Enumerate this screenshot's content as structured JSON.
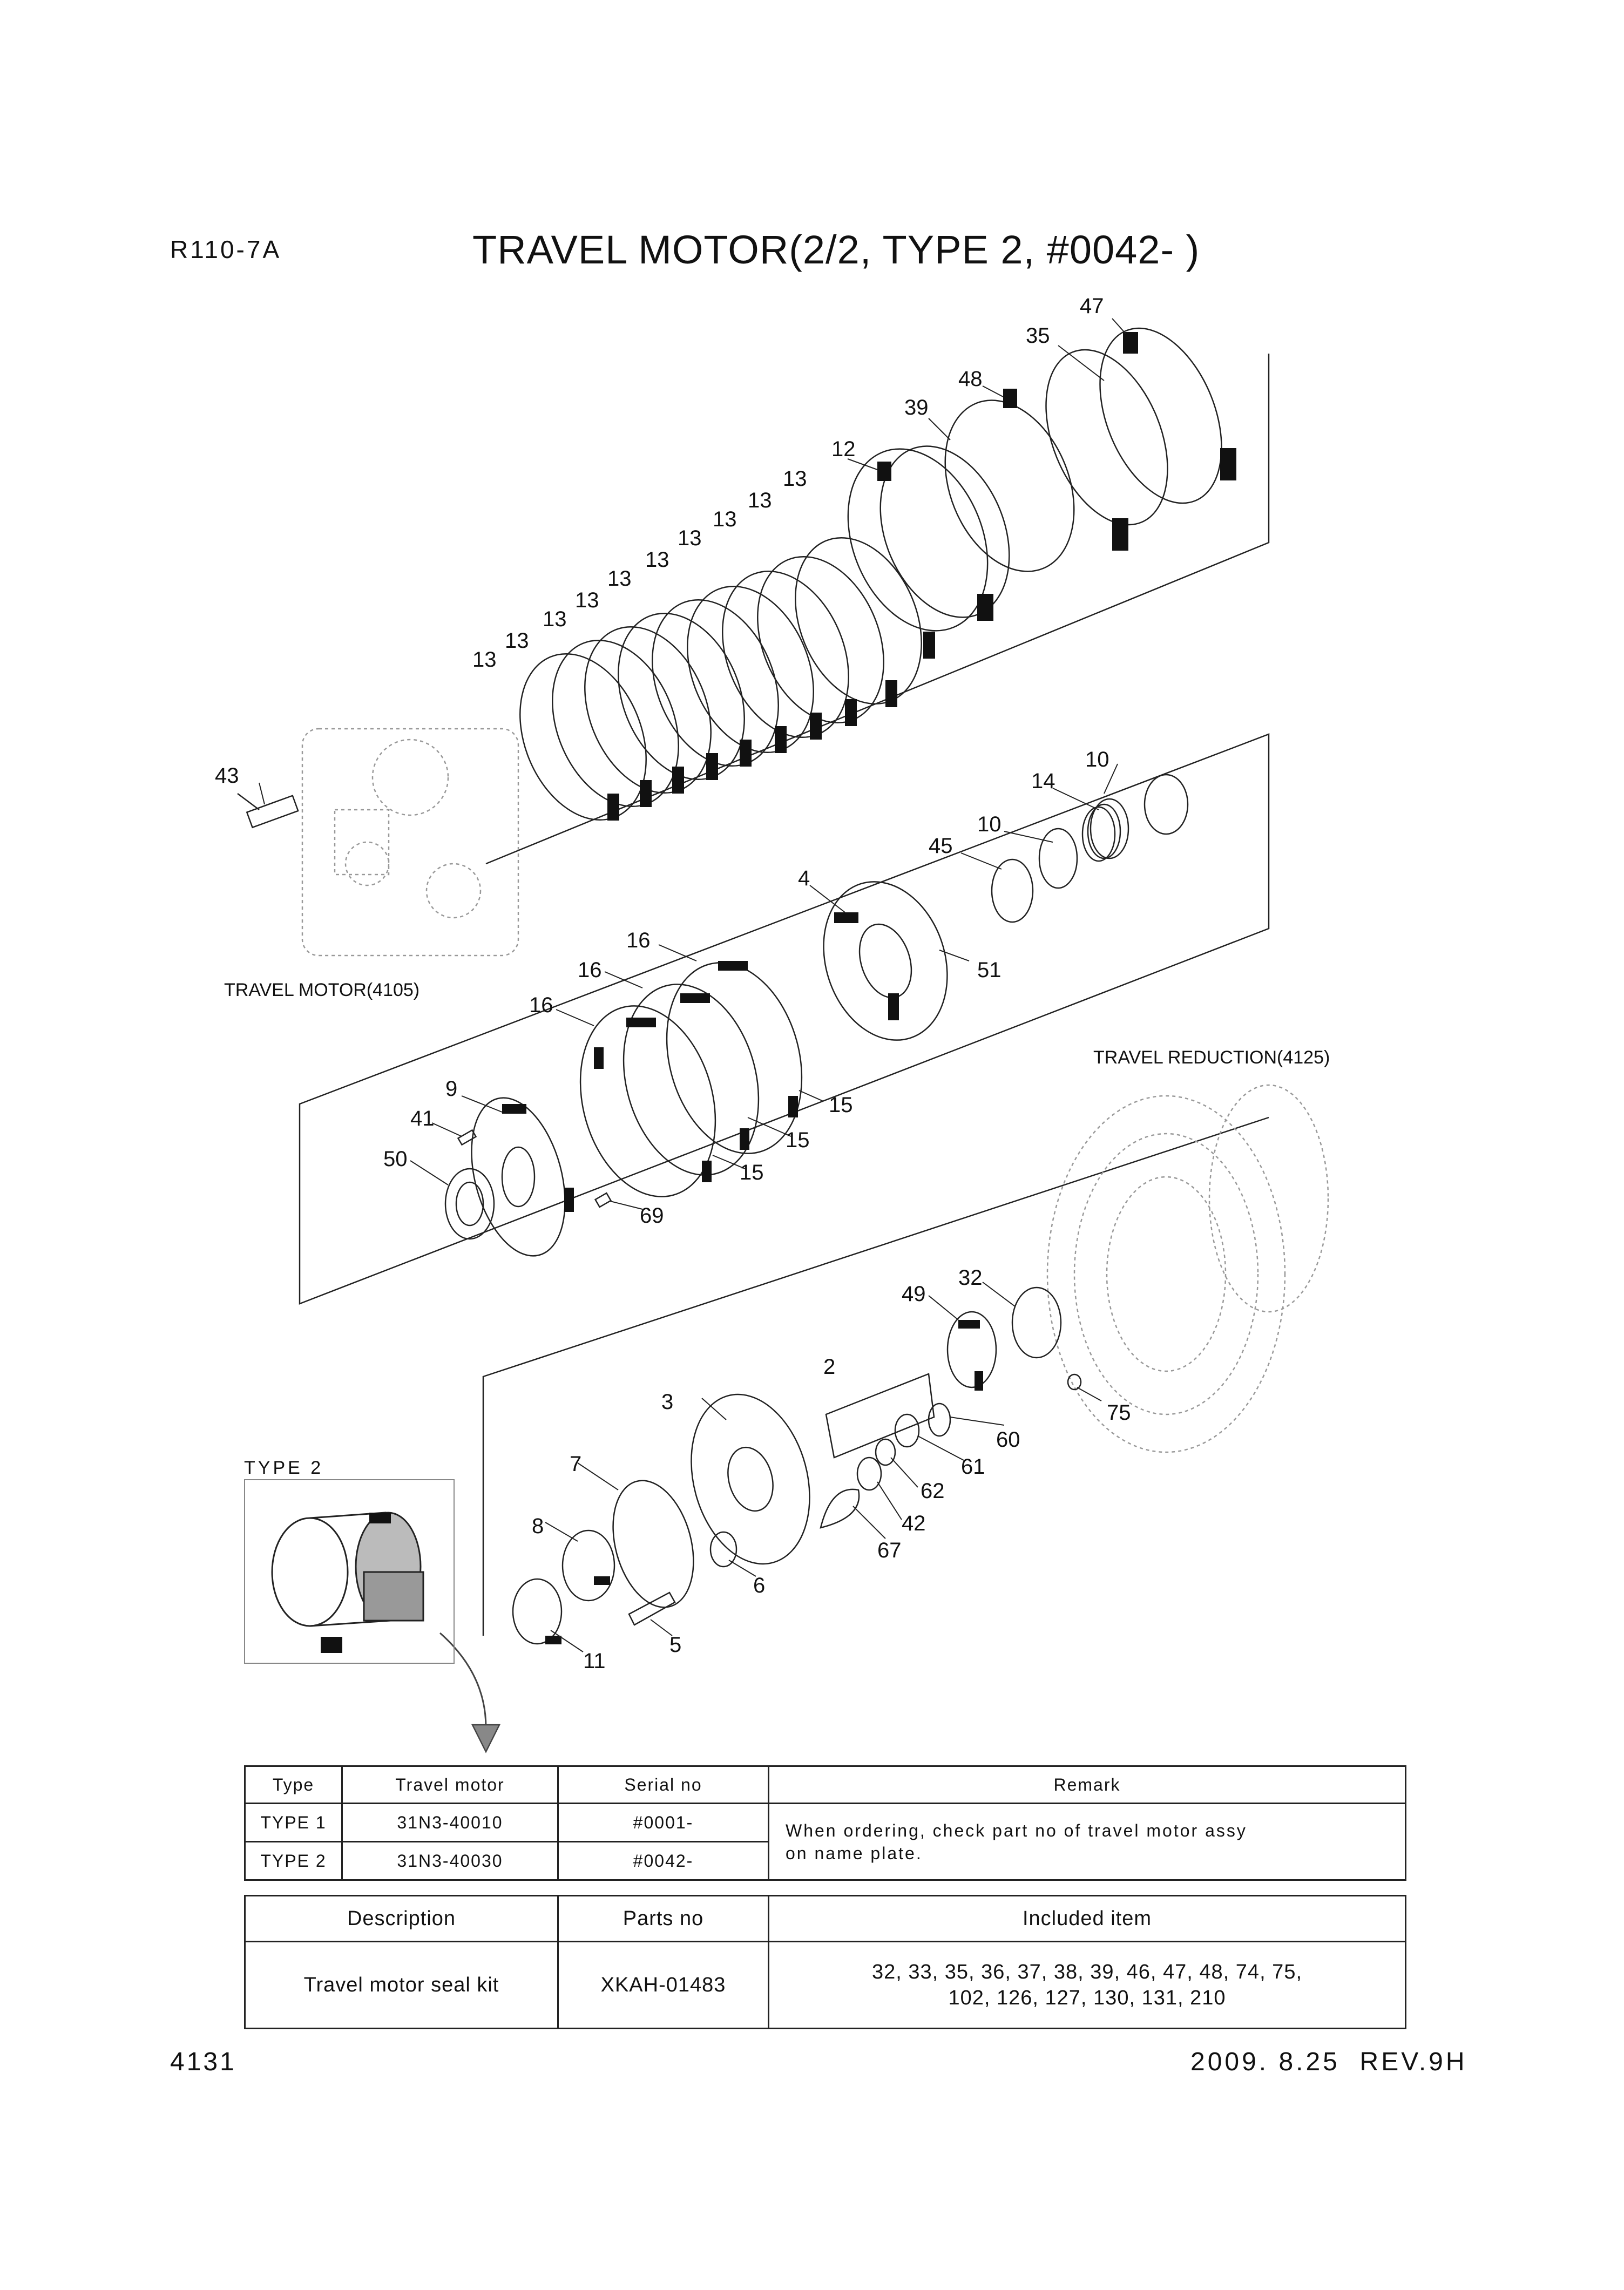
{
  "header": {
    "model": "R110-7A",
    "title": "TRAVEL MOTOR(2/2, TYPE 2, #0042- )"
  },
  "references": {
    "travel_motor": "TRAVEL MOTOR(4105)",
    "travel_reduction": "TRAVEL REDUCTION(4125)",
    "type2": "TYPE 2"
  },
  "callouts": {
    "p47": "47",
    "p35": "35",
    "p48": "48",
    "p39": "39",
    "p12": "12",
    "p13a": "13",
    "p13b": "13",
    "p13c": "13",
    "p13d": "13",
    "p13e": "13",
    "p13f": "13",
    "p13g": "13",
    "p13h": "13",
    "p13i": "13",
    "p43": "43",
    "p10a": "10",
    "p14": "14",
    "p10b": "10",
    "p45": "45",
    "p4": "4",
    "p51": "51",
    "p16a": "16",
    "p16b": "16",
    "p16c": "16",
    "p9": "9",
    "p41": "41",
    "p50": "50",
    "p69": "69",
    "p15a": "15",
    "p15b": "15",
    "p15c": "15",
    "p32": "32",
    "p49": "49",
    "p2": "2",
    "p75": "75",
    "p3": "3",
    "p60": "60",
    "p61": "61",
    "p62": "62",
    "p42": "42",
    "p67": "67",
    "p7": "7",
    "p8": "8",
    "p6": "6",
    "p5": "5",
    "p11": "11"
  },
  "type_table": {
    "headers": [
      "Type",
      "Travel motor",
      "Serial no",
      "Remark"
    ],
    "rows": [
      {
        "type": "TYPE 1",
        "motor": "31N3-40010",
        "serial": "#0001-"
      },
      {
        "type": "TYPE 2",
        "motor": "31N3-40030",
        "serial": "#0042-"
      }
    ],
    "remark_line1": "When ordering, check part no of travel motor assy",
    "remark_line2": "on name plate."
  },
  "kit_table": {
    "headers": [
      "Description",
      "Parts no",
      "Included item"
    ],
    "description": "Travel motor seal kit",
    "parts_no": "XKAH-01483",
    "items_line1": "32, 33, 35, 36, 37, 38, 39, 46, 47, 48, 74, 75,",
    "items_line2": "102, 126, 127, 130, 131, 210"
  },
  "footer": {
    "page": "4131",
    "date_rev": "2009. 8.25  REV.9H"
  }
}
